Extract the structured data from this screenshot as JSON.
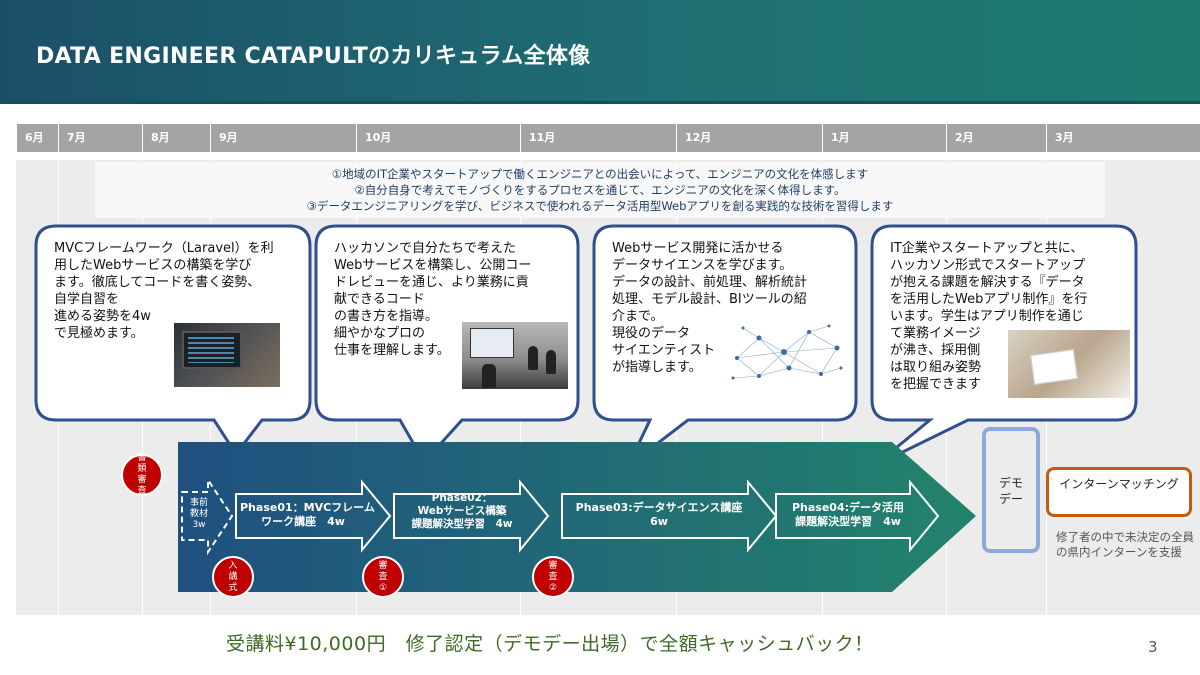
{
  "header": {
    "title": "DATA ENGINEER CATAPULTのカリキュラム全体像"
  },
  "months": [
    "6月",
    "7月",
    "8月",
    "9月",
    "10月",
    "11月",
    "12月",
    "1月",
    "2月",
    "3月"
  ],
  "goals": [
    "①地域のIT企業やスタートアップで働くエンジニアとの出会いによって、エンジニアの文化を体感します",
    "②自分自身で考えてモノづくりをするプロセスを通じて、エンジニアの文化を深く体得します。",
    "③データエンジニアリングを学び、ビジネスで使われるデータ活用型Webアプリを創る実践的な技術を習得します"
  ],
  "bubbles": [
    {
      "lines": [
        "MVCフレームワーク（Laravel）を利",
        "用したWebサービスの構築を学び",
        "ます。徹底してコードを書く姿勢、",
        "自学自習を",
        "進める姿勢を4w",
        "で見極めます。"
      ]
    },
    {
      "lines": [
        "ハッカソンで自分たちで考えた",
        "Webサービスを構築し、公開コー",
        "ドレビューを通じ、より業務に貢",
        "献できるコード",
        "の書き方を指導。",
        "細やかなプロの",
        "仕事を理解します。"
      ]
    },
    {
      "lines": [
        "Webサービス開発に活かせる",
        "データサイエンスを学びます。",
        "データの設計、前処理、解析統計",
        "処理、モデル設計、BIツールの紹",
        "介まで。",
        "現役のデータ",
        "サイエンティスト",
        "が指導します。"
      ]
    },
    {
      "lines": [
        "IT企業やスタートアップと共に、",
        "ハッカソン形式でスタートアップ",
        "が抱える課題を解決する『データ",
        "を活用したWebアプリ制作』を行",
        "います。学生はアプリ制作を通じ",
        "て業務イメージ",
        "が沸き、採用側",
        "は取り組み姿勢",
        "を把握できます"
      ]
    }
  ],
  "phases": {
    "pre": [
      "事前",
      "教材",
      "3w"
    ],
    "p1": [
      "Phase01：MVCフレーム",
      "ワーク講座　4w"
    ],
    "p2": [
      "Phase02：",
      "Webサービス構築",
      "課題解決型学習　4w"
    ],
    "p3": [
      "Phase03:データサイエンス講座",
      "6w"
    ],
    "p4": [
      "Phase04:データ活用",
      "課題解決型学習　4w"
    ]
  },
  "checkpoints": {
    "c0": [
      "書",
      "類",
      "審",
      "査"
    ],
    "c1": [
      "入",
      "講",
      "式"
    ],
    "c2": [
      "審",
      "査",
      "①"
    ],
    "c3": [
      "審",
      "査",
      "②"
    ]
  },
  "demo": {
    "lines": [
      "デモ",
      "デー"
    ]
  },
  "internship": {
    "label": "インターンマッチング",
    "note": "修了者の中で未決定の全員の県内インターンを支援"
  },
  "footer": {
    "cashback": "受講料¥10,000円　修了認定（デモデー出場）で全額キャッシュバック！",
    "page": "3"
  },
  "colors": {
    "header": "#1f6e73",
    "flow_start": "#1f5080",
    "flow_end": "#23836c",
    "bubble_border": "#2f4f8f",
    "checkpoint": "#c00000",
    "cashback": "#3e6b24",
    "intern_border": "#c55a11",
    "demo_border": "#8eaadb"
  }
}
